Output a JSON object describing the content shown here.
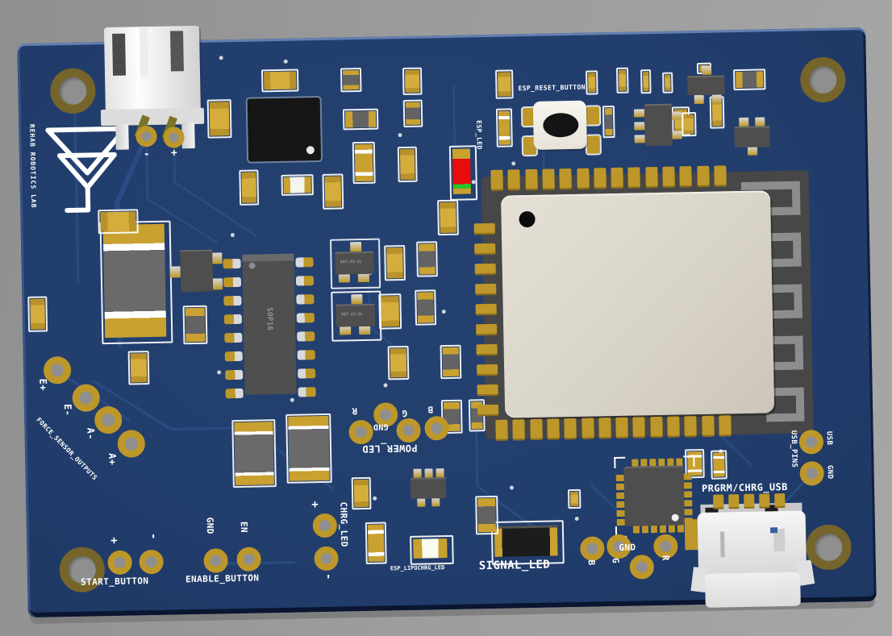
{
  "board": {
    "silkscreen": {
      "brand": "REHAB ROBOTICS LAB",
      "battery": {
        "minus": "-",
        "plus": "+"
      },
      "esp_reset_label": "ESP_RESET_BUTTON",
      "esp_led_label": "ESP_LED",
      "chip_sop16": "SOP16",
      "sot_marking": "SOT-23-3L",
      "power_led": {
        "label": "POWER_LED",
        "r": "R",
        "gnd": "GND",
        "g": "G",
        "b": "B"
      },
      "force": {
        "label": "FORCE_SENSOR_OUTPUTS",
        "e_plus": "E+",
        "e_minus": "E-",
        "a_minus": "A-",
        "a_plus": "A+"
      },
      "start": {
        "label": "START_BUTTON",
        "plus": "+",
        "minus": "-"
      },
      "enable": {
        "label": "ENABLE_BUTTON",
        "gnd": "GND",
        "en": "EN"
      },
      "chrg": {
        "label": "CHRG_LED",
        "plus": "+",
        "minus": "-"
      },
      "lipo_label": "ESP_LIPOCHRG_LED",
      "signal": {
        "label": "SIGNAL_LED",
        "b": "B",
        "g": "G",
        "gnd": "GND",
        "r": "R"
      },
      "usb": {
        "label": "PRGRM/CHRG_USB",
        "pins_label": "USB_PINS",
        "usb": "USB",
        "gnd": "GND"
      }
    },
    "colors": {
      "background": "#9c9c9c",
      "board_blue": "#223e6d",
      "trace_blue": "#2c4d86",
      "pad_gold": "#bd9729",
      "silkscreen": "#ffffff",
      "led_red": "#e80c0c",
      "led_green": "#28c428",
      "module_shield": "#d9d4c8",
      "component_gray": "#4e4e4e"
    }
  }
}
